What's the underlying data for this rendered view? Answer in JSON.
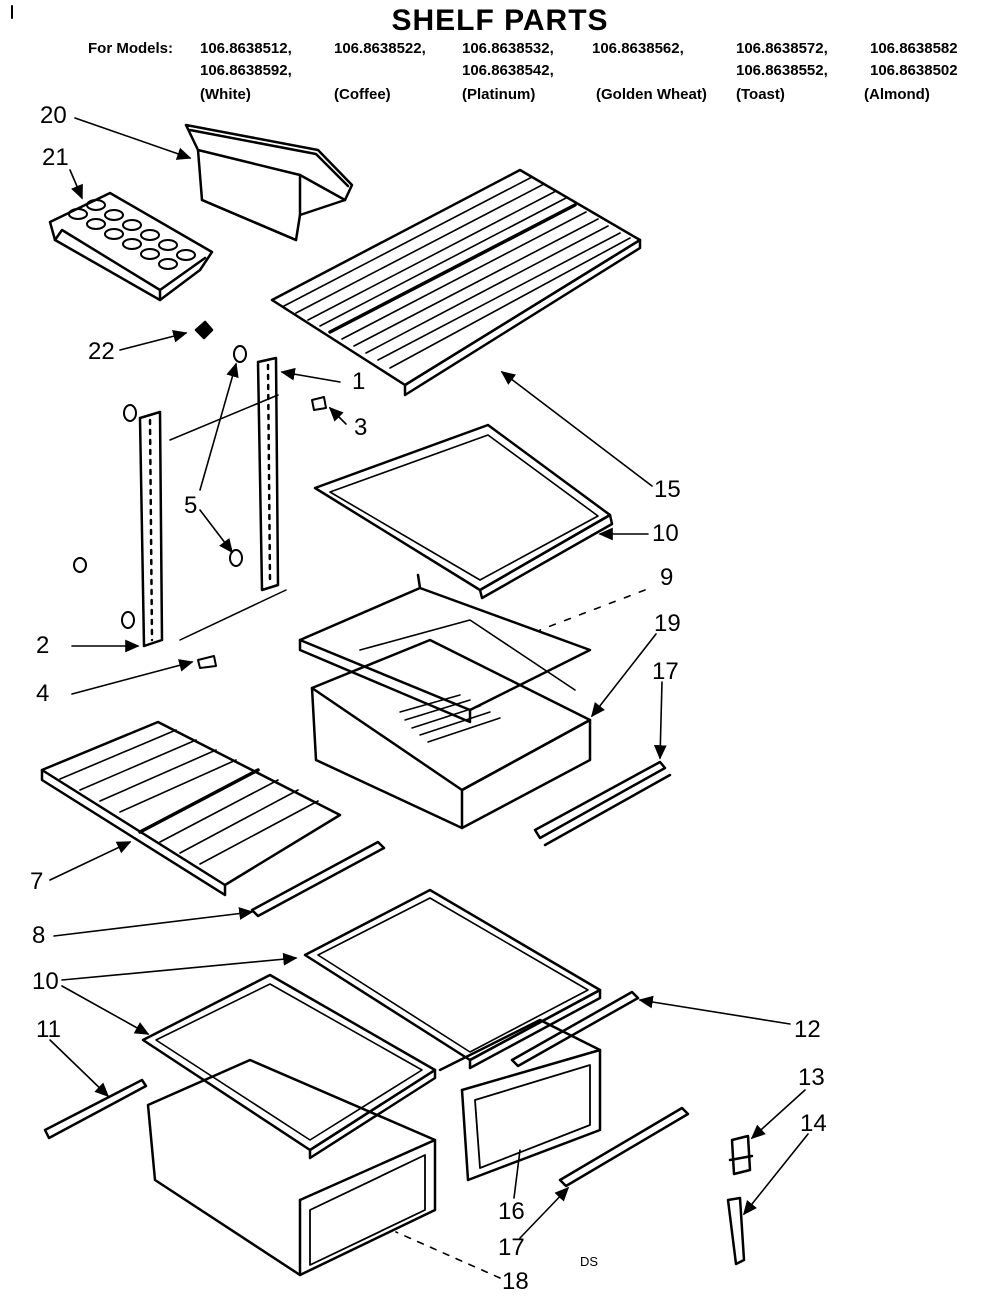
{
  "header": {
    "title": "SHELF PARTS",
    "models_label": "For Models:",
    "models_row1": [
      "106.8638512,",
      "106.8638522,",
      "106.8638532,",
      "106.8638562,",
      "106.8638572,",
      "106.8638582"
    ],
    "models_row2": [
      "106.8638592,",
      "106.8638542,",
      "106.8638552,",
      "106.8638502"
    ],
    "colors": [
      "(White)",
      "(Coffee)",
      "(Platinum)",
      "(Golden Wheat)",
      "(Toast)",
      "(Almond)"
    ]
  },
  "callouts": {
    "c1": "1",
    "c2": "2",
    "c3": "3",
    "c4": "4",
    "c5": "5",
    "c7": "7",
    "c8": "8",
    "c9": "9",
    "c10a": "10",
    "c10b": "10",
    "c11": "11",
    "c12": "12",
    "c13": "13",
    "c14": "14",
    "c15": "15",
    "c16": "16",
    "c17a": "17",
    "c17b": "17",
    "c18": "18",
    "c19": "19",
    "c20": "20",
    "c21": "21",
    "c22": "22"
  },
  "footer": {
    "mark": "DS"
  }
}
